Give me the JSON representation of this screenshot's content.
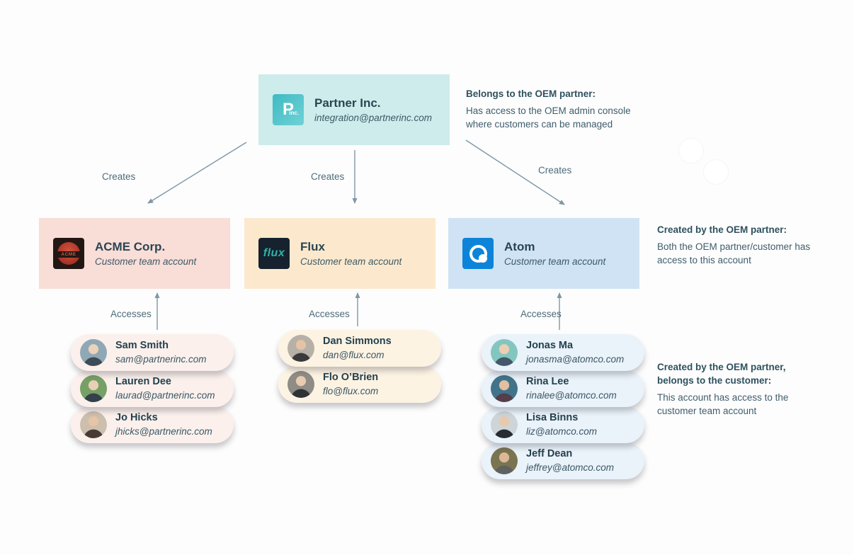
{
  "partner": {
    "name": "Partner Inc.",
    "email": "integration@partnerinc.com",
    "logo_letter": "P",
    "logo_sub": "inc."
  },
  "labels": {
    "creates": "Creates",
    "accesses": "Accesses"
  },
  "annotations": {
    "partner": {
      "title": "Belongs to the OEM partner:",
      "body": "Has access to the OEM admin console where customers can be managed"
    },
    "customer_account": {
      "title": "Created by the OEM partner:",
      "body": "Both the OEM partner/customer has access to this account"
    },
    "customer_users": {
      "title": "Created by the OEM partner, belongs to the customer:",
      "body": "This account has access to the customer team account"
    }
  },
  "customers": [
    {
      "name": "ACME Corp.",
      "subtitle": "Customer team account",
      "logo_text": "ACME",
      "users": [
        {
          "name": "Sam Smith",
          "email": "sam@partnerinc.com"
        },
        {
          "name": "Lauren Dee",
          "email": "laurad@partnerinc.com"
        },
        {
          "name": "Jo Hicks",
          "email": "jhicks@partnerinc.com"
        }
      ]
    },
    {
      "name": "Flux",
      "subtitle": "Customer team account",
      "logo_text": "flux",
      "users": [
        {
          "name": "Dan Simmons",
          "email": "dan@flux.com"
        },
        {
          "name": "Flo O’Brien",
          "email": "flo@flux.com"
        }
      ]
    },
    {
      "name": "Atom",
      "subtitle": "Customer team account",
      "logo_text": "",
      "users": [
        {
          "name": "Jonas Ma",
          "email": "jonasma@atomco.com"
        },
        {
          "name": "Rina Lee",
          "email": "rinalee@atomco.com"
        },
        {
          "name": "Lisa Binns",
          "email": "liz@atomco.com"
        },
        {
          "name": "Jeff Dean",
          "email": "jeffrey@atomco.com"
        }
      ]
    }
  ],
  "colors": {
    "partner_box": "#cdeceb",
    "acme_box": "#f9ddd7",
    "flux_box": "#fce9cd",
    "atom_box": "#cfe3f4",
    "acme_pill": "#fbf0ec",
    "flux_pill": "#fdf3e3",
    "atom_pill": "#eaf2fa",
    "partner_logo": "#3fbac2",
    "atom_logo": "#0d84d9",
    "arrow": "#7d97a5",
    "text_dark": "#2a4553"
  }
}
